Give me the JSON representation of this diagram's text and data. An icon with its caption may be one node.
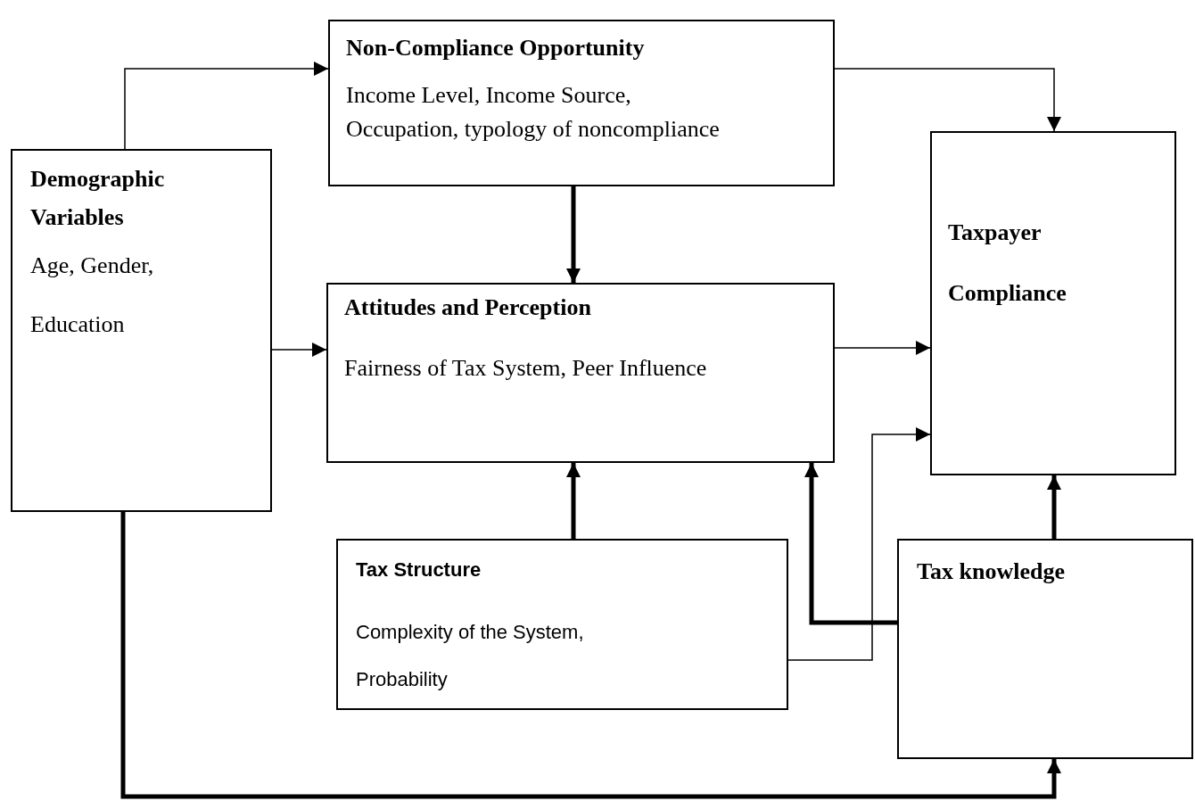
{
  "diagram": {
    "nodes": [
      {
        "text": [
          "Non-Compliance Opportunity",
          "Income Level, Income Source, Occupation, typology of noncompliance"
        ]
      },
      {
        "text": [
          "Demographic Variables",
          "Age, Gender, Education"
        ]
      },
      {
        "text": [
          "Attitudes and Perception",
          "Fairness of Tax System, Peer Influence"
        ]
      },
      {
        "text": [
          "Taxpayer Compliance"
        ]
      },
      {
        "text": [
          "Tax Structure",
          "Complexity of the System, Probability"
        ]
      },
      {
        "text": [
          "Tax knowledge"
        ]
      }
    ],
    "edges": [
      {
        "from": 1,
        "to": 0,
        "arrow": "to"
      },
      {
        "from": 0,
        "to": 3,
        "arrow": "to"
      },
      {
        "from": 0,
        "to": 2,
        "arrow": "to",
        "style": "thick"
      },
      {
        "from": 1,
        "to": 2,
        "arrow": "to"
      },
      {
        "from": 2,
        "to": 3,
        "arrow": "to"
      },
      {
        "from": 4,
        "to": 2,
        "arrow": "to",
        "style": "thick"
      },
      {
        "from": 5,
        "to": 2,
        "arrow": "to",
        "style": "thick"
      },
      {
        "from": 4,
        "to": 3,
        "arrow": "to"
      },
      {
        "from": 5,
        "to": 3,
        "arrow": "to",
        "style": "thick"
      },
      {
        "from": 1,
        "to": 5,
        "arrow": "to",
        "style": "thick"
      }
    ]
  }
}
